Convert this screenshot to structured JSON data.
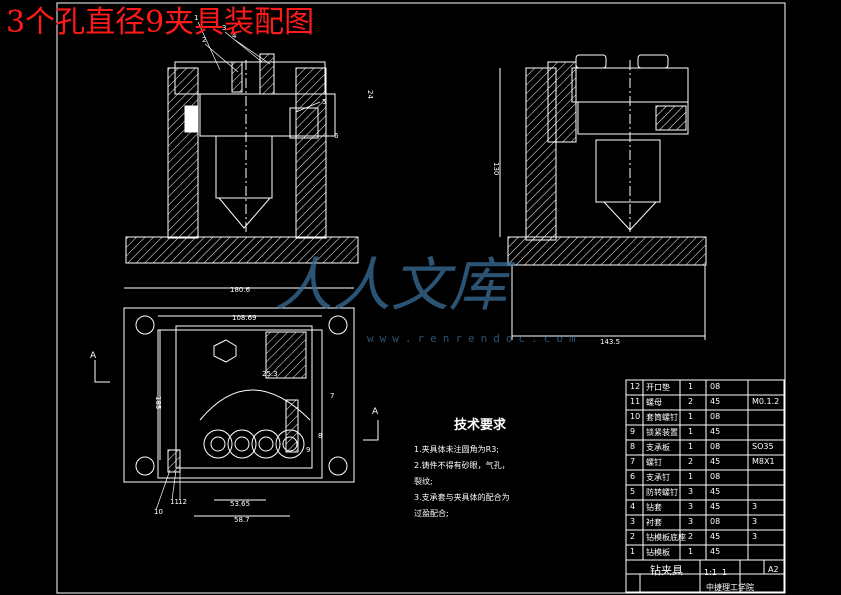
{
  "title": "3个孔直径9夹具装配图",
  "tech": {
    "heading": "技术要求",
    "lines": [
      "1.夹具体未注圆角为R3;",
      "2.铸件不得有砂眼，气孔，",
      "裂纹;",
      "3.支承套与夹具体的配合为",
      "过盈配合;"
    ]
  },
  "dims": {
    "d24": "24",
    "d130": "130",
    "d143": "143.5",
    "d180": "180.6",
    "d108": "108.69",
    "d53": "53.65",
    "d58": "58.7",
    "d185": "185",
    "d25": "25.3",
    "a1": "A",
    "a2": "A"
  },
  "balloons": [
    "1",
    "2",
    "3",
    "4",
    "5",
    "6",
    "7",
    "8",
    "9",
    "10",
    "11",
    "12"
  ],
  "bom": [
    {
      "no": "12",
      "name": "开口垫",
      "qty": "1",
      "mat": "08",
      "note": ""
    },
    {
      "no": "11",
      "name": "螺母",
      "qty": "2",
      "mat": "45",
      "note": "M0.1.2"
    },
    {
      "no": "10",
      "name": "套筒螺钉",
      "qty": "1",
      "mat": "08",
      "note": ""
    },
    {
      "no": "9",
      "name": "锁紧装置",
      "qty": "1",
      "mat": "45",
      "note": ""
    },
    {
      "no": "8",
      "name": "支承板",
      "qty": "1",
      "mat": "08",
      "note": "SO35"
    },
    {
      "no": "7",
      "name": "螺钉",
      "qty": "2",
      "mat": "45",
      "note": "M8X1"
    },
    {
      "no": "6",
      "name": "支承钉",
      "qty": "1",
      "mat": "08",
      "note": ""
    },
    {
      "no": "5",
      "name": "防转螺钉",
      "qty": "3",
      "mat": "45",
      "note": ""
    },
    {
      "no": "4",
      "name": "钻套",
      "qty": "3",
      "mat": "45",
      "note": "3"
    },
    {
      "no": "3",
      "name": "衬套",
      "qty": "3",
      "mat": "08",
      "note": "3"
    },
    {
      "no": "2",
      "name": "钻模板底座",
      "qty": "2",
      "mat": "45",
      "note": "3"
    },
    {
      "no": "1",
      "name": "钻模板",
      "qty": "1",
      "mat": "45",
      "note": ""
    }
  ],
  "titleblock": {
    "name": "钻夹具",
    "scale": "1:1",
    "count": "1",
    "sheet": "A2",
    "school": "中捷理工学院"
  },
  "watermark": {
    "text": "人人文库",
    "url": "www.renrendoc.com"
  }
}
